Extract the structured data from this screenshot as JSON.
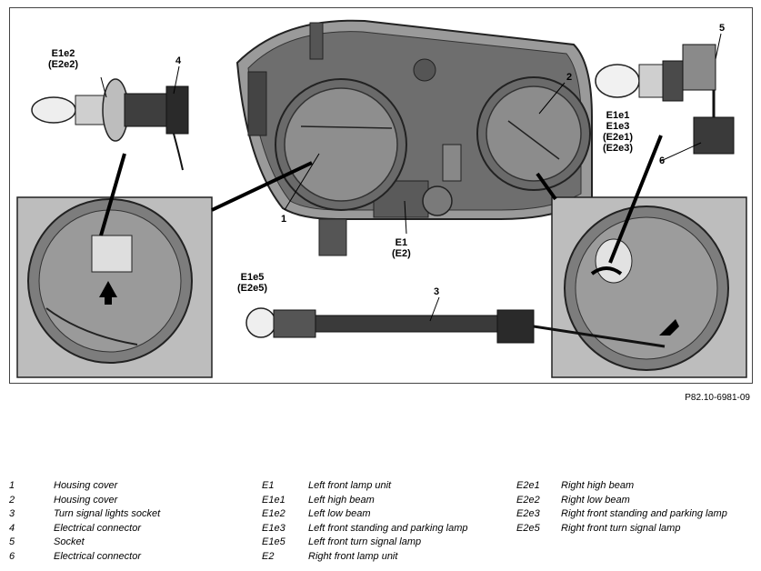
{
  "callouts": {
    "c1": "1",
    "c2": "2",
    "c3": "3",
    "c4": "4",
    "c5": "5",
    "c6": "6",
    "e1e2": [
      "E1e2",
      "(E2e2)"
    ],
    "e1e3": [
      "E1e1",
      "E1e3",
      "(E2e1)",
      "(E2e3)"
    ],
    "e1": [
      "E1",
      "(E2)"
    ],
    "e1e5": [
      "E1e5",
      "(E2e5)"
    ]
  },
  "ref_code": "P82.10-6981-09",
  "legend": {
    "col1": [
      {
        "key": "1",
        "value": "Housing cover"
      },
      {
        "key": "2",
        "value": "Housing cover"
      },
      {
        "key": "3",
        "value": "Turn signal lights socket"
      },
      {
        "key": "4",
        "value": "Electrical connector"
      },
      {
        "key": "5",
        "value": "Socket"
      },
      {
        "key": "6",
        "value": "Electrical connector"
      }
    ],
    "col2": [
      {
        "key": "E1",
        "value": "Left front lamp unit"
      },
      {
        "key": "E1e1",
        "value": "Left high beam"
      },
      {
        "key": "E1e2",
        "value": "Left low beam"
      },
      {
        "key": "E1e3",
        "value": "Left front standing and parking lamp"
      },
      {
        "key": "E1e5",
        "value": "Left front turn signal lamp"
      },
      {
        "key": "E2",
        "value": "Right front lamp unit"
      }
    ],
    "col3": [
      {
        "key": "E2e1",
        "value": "Right high beam"
      },
      {
        "key": "E2e2",
        "value": "Right low beam"
      },
      {
        "key": "E2e3",
        "value": "Right front standing and parking lamp"
      },
      {
        "key": "E2e5",
        "value": "Right front turn signal lamp"
      }
    ]
  }
}
